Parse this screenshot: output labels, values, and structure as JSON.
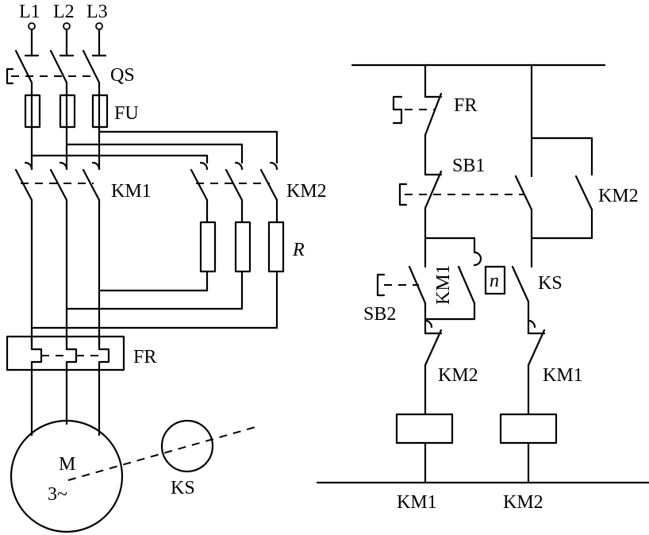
{
  "main_circuit": {
    "phase_labels": [
      "L1",
      "L2",
      "L3"
    ],
    "switch_label": "QS",
    "fuse_label": "FU",
    "contactor1_label": "KM1",
    "contactor2_label": "KM2",
    "resistor_label": "R",
    "overload_label": "FR",
    "motor_label": "M",
    "motor_phase_label": "3~",
    "speed_relay_label": "KS"
  },
  "control_circuit": {
    "overload_contact_label": "FR",
    "stop_button_label": "SB1",
    "km2_hold_label": "KM2",
    "start_button_label": "SB2",
    "km1_hold_label": "KM1",
    "speed_contact_label": "KS",
    "speed_symbol": "n",
    "interlock_km2_label": "KM2",
    "interlock_km1_label": "KM1",
    "coil1_label": "KM1",
    "coil2_label": "KM2"
  }
}
